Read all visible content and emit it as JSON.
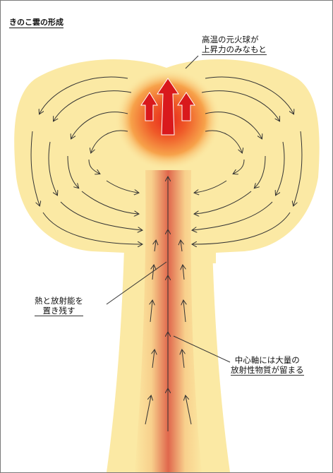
{
  "title": "きのこ雲の形成",
  "annotations": {
    "fireball_line1": "高温の元火球が",
    "fireball_line2": "上昇力のみなもと",
    "heat_line1": "熱と放射能を",
    "heat_line2": "置き残す",
    "axis_line1": "中心軸には大量の",
    "axis_line2": "放射性物質が留まる"
  },
  "colors": {
    "cloud": "#fbe9a4",
    "stem_core": "#e26b4e",
    "fireball_center": "#e8231d",
    "fireball_glow": "#f6a04a",
    "arrow_ink": "#333333",
    "rising_arrow": "#d9191c"
  }
}
